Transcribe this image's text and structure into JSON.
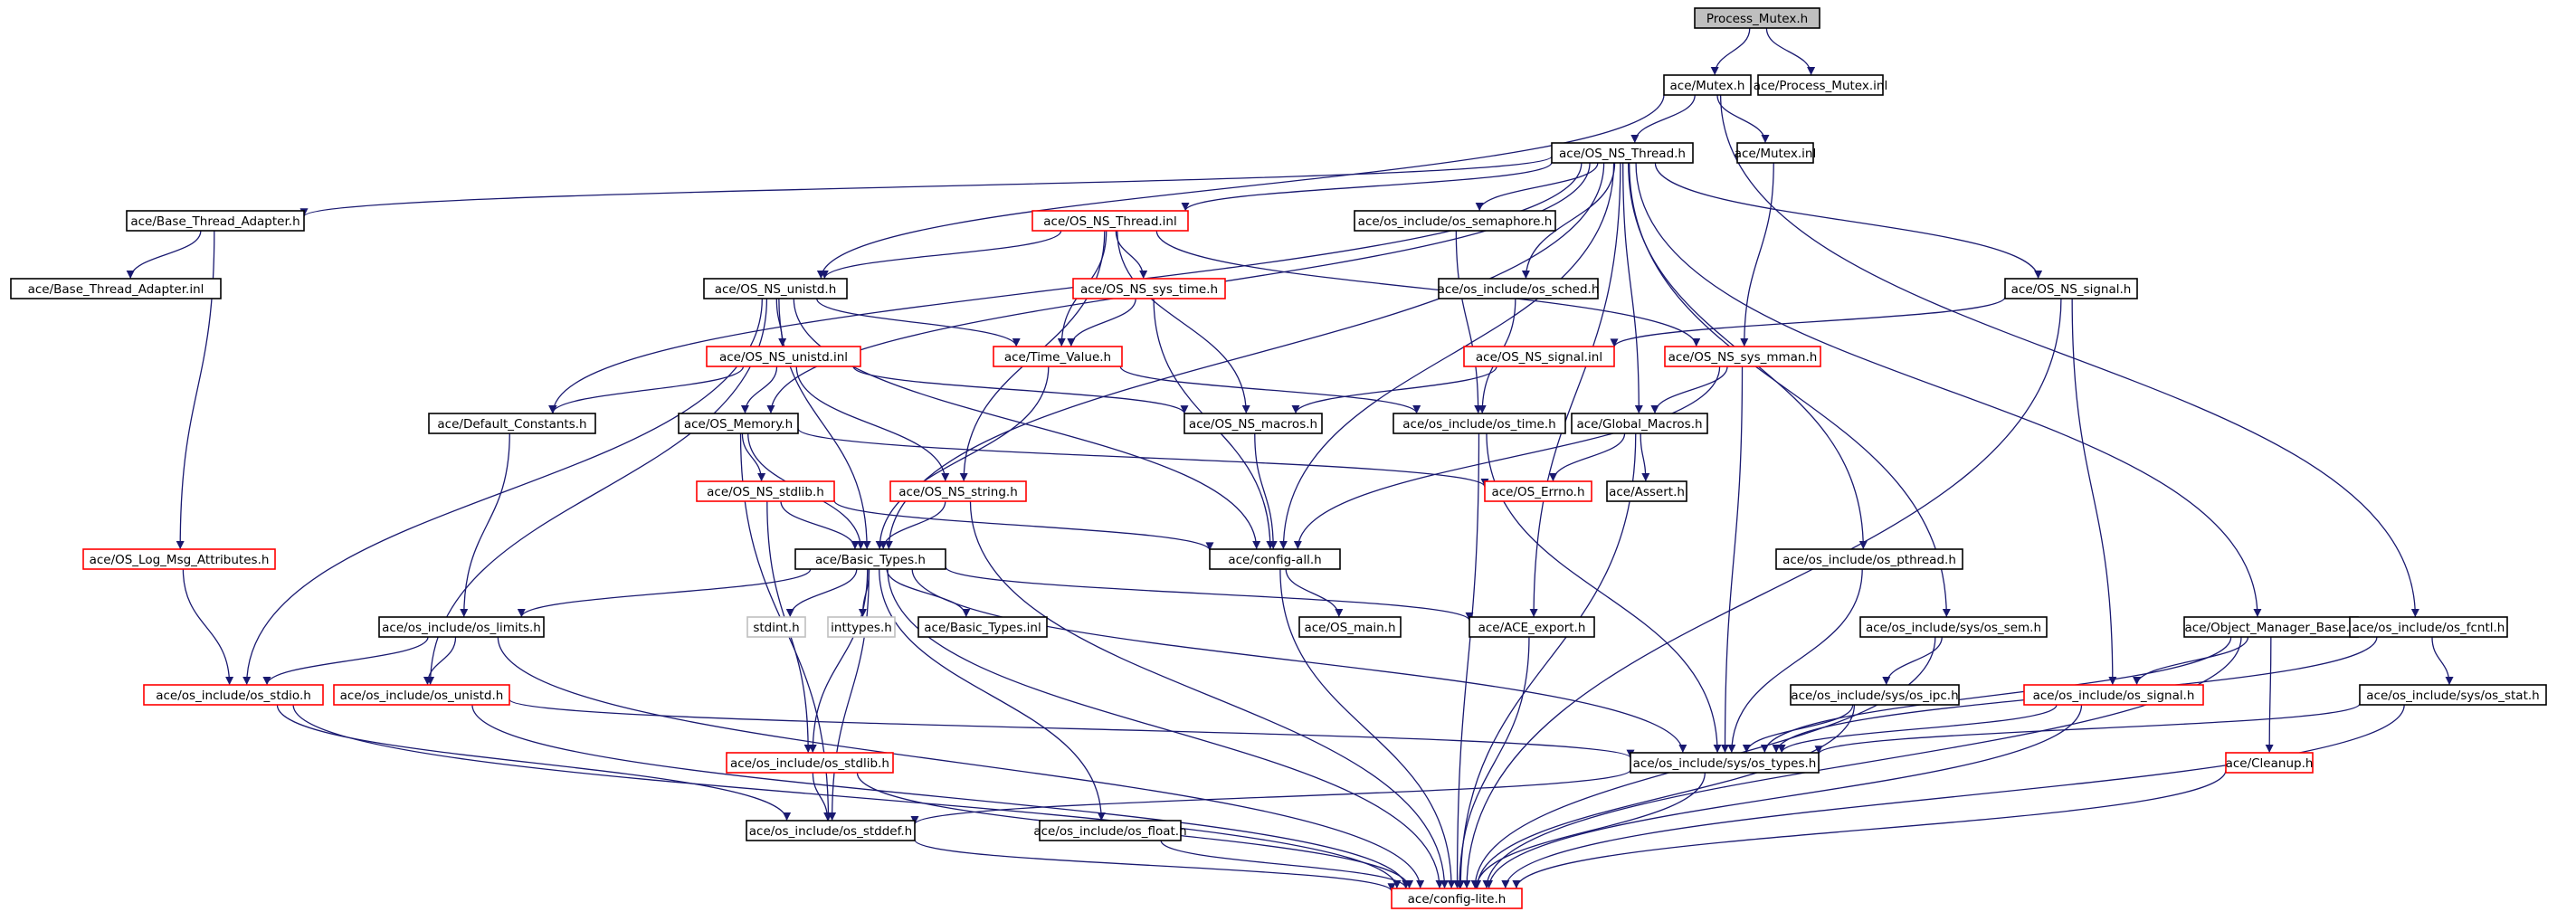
{
  "colors": {
    "edge": "#191970",
    "border_default": "#000000",
    "border_truncated": "#ff0000",
    "border_missing": "#bfbfbf",
    "fill_root": "#bfbfbf",
    "fill_default": "#ffffff",
    "text": "#000000"
  },
  "nodes": [
    {
      "id": "n0",
      "label": "Process_Mutex.h",
      "style": "root"
    },
    {
      "id": "n1",
      "label": "ace/Mutex.h",
      "style": "default"
    },
    {
      "id": "n2",
      "label": "ace/Process_Mutex.inl",
      "style": "default"
    },
    {
      "id": "n3",
      "label": "ace/OS_NS_Thread.h",
      "style": "default"
    },
    {
      "id": "n4",
      "label": "ace/Mutex.inl",
      "style": "default"
    },
    {
      "id": "n5",
      "label": "ace/Base_Thread_Adapter.h",
      "style": "default"
    },
    {
      "id": "n6",
      "label": "ace/Base_Thread_Adapter.inl",
      "style": "default"
    },
    {
      "id": "n7",
      "label": "ace/OS_NS_Thread.inl",
      "style": "truncated"
    },
    {
      "id": "n8",
      "label": "ace/os_include/os_semaphore.h",
      "style": "default"
    },
    {
      "id": "n9",
      "label": "ace/OS_NS_unistd.h",
      "style": "default"
    },
    {
      "id": "n10",
      "label": "ace/OS_NS_sys_time.h",
      "style": "truncated"
    },
    {
      "id": "n11",
      "label": "ace/os_include/os_sched.h",
      "style": "default"
    },
    {
      "id": "n12",
      "label": "ace/OS_NS_signal.h",
      "style": "default"
    },
    {
      "id": "n13",
      "label": "ace/OS_NS_unistd.inl",
      "style": "truncated"
    },
    {
      "id": "n14",
      "label": "ace/Time_Value.h",
      "style": "truncated"
    },
    {
      "id": "n15",
      "label": "ace/OS_NS_signal.inl",
      "style": "truncated"
    },
    {
      "id": "n16",
      "label": "ace/OS_NS_sys_mman.h",
      "style": "truncated"
    },
    {
      "id": "n17",
      "label": "ace/Default_Constants.h",
      "style": "default"
    },
    {
      "id": "n18",
      "label": "ace/OS_Memory.h",
      "style": "default"
    },
    {
      "id": "n19",
      "label": "ace/OS_NS_macros.h",
      "style": "default"
    },
    {
      "id": "n20",
      "label": "ace/os_include/os_time.h",
      "style": "default"
    },
    {
      "id": "n21",
      "label": "ace/Global_Macros.h",
      "style": "default"
    },
    {
      "id": "n22",
      "label": "ace/OS_NS_stdlib.h",
      "style": "truncated"
    },
    {
      "id": "n23",
      "label": "ace/OS_NS_string.h",
      "style": "truncated"
    },
    {
      "id": "n24",
      "label": "ace/OS_Errno.h",
      "style": "truncated"
    },
    {
      "id": "n25",
      "label": "ace/Assert.h",
      "style": "default"
    },
    {
      "id": "n26",
      "label": "ace/OS_Log_Msg_Attributes.h",
      "style": "truncated"
    },
    {
      "id": "n27",
      "label": "ace/Basic_Types.h",
      "style": "default"
    },
    {
      "id": "n28",
      "label": "ace/config-all.h",
      "style": "default"
    },
    {
      "id": "n29",
      "label": "ace/os_include/os_pthread.h",
      "style": "default"
    },
    {
      "id": "n30",
      "label": "ace/os_include/os_limits.h",
      "style": "default"
    },
    {
      "id": "n31",
      "label": "stdint.h",
      "style": "missing"
    },
    {
      "id": "n32",
      "label": "inttypes.h",
      "style": "missing"
    },
    {
      "id": "n33",
      "label": "ace/Basic_Types.inl",
      "style": "default"
    },
    {
      "id": "n34",
      "label": "ace/OS_main.h",
      "style": "default"
    },
    {
      "id": "n35",
      "label": "ace/ACE_export.h",
      "style": "default"
    },
    {
      "id": "n36",
      "label": "ace/os_include/sys/os_sem.h",
      "style": "default"
    },
    {
      "id": "n37",
      "label": "ace/Object_Manager_Base.h",
      "style": "default"
    },
    {
      "id": "n38",
      "label": "ace/os_include/os_fcntl.h",
      "style": "default"
    },
    {
      "id": "n39",
      "label": "ace/os_include/os_stdio.h",
      "style": "truncated"
    },
    {
      "id": "n40",
      "label": "ace/os_include/os_unistd.h",
      "style": "truncated"
    },
    {
      "id": "n41",
      "label": "ace/os_include/sys/os_ipc.h",
      "style": "default"
    },
    {
      "id": "n42",
      "label": "ace/os_include/os_signal.h",
      "style": "truncated"
    },
    {
      "id": "n43",
      "label": "ace/os_include/sys/os_stat.h",
      "style": "default"
    },
    {
      "id": "n44",
      "label": "ace/os_include/sys/os_types.h",
      "style": "default"
    },
    {
      "id": "n45",
      "label": "ace/os_include/os_stdlib.h",
      "style": "truncated"
    },
    {
      "id": "n46",
      "label": "ace/Cleanup.h",
      "style": "truncated"
    },
    {
      "id": "n47",
      "label": "ace/os_include/os_stddef.h",
      "style": "default"
    },
    {
      "id": "n48",
      "label": "ace/os_include/os_float.h",
      "style": "default"
    },
    {
      "id": "n49",
      "label": "ace/config-lite.h",
      "style": "truncated"
    }
  ],
  "edges": [
    [
      "n0",
      "n1"
    ],
    [
      "n0",
      "n2"
    ],
    [
      "n1",
      "n3"
    ],
    [
      "n1",
      "n4"
    ],
    [
      "n1",
      "n9"
    ],
    [
      "n1",
      "n38"
    ],
    [
      "n3",
      "n5"
    ],
    [
      "n3",
      "n7"
    ],
    [
      "n3",
      "n8"
    ],
    [
      "n3",
      "n11"
    ],
    [
      "n3",
      "n12"
    ],
    [
      "n3",
      "n17"
    ],
    [
      "n3",
      "n18"
    ],
    [
      "n3",
      "n21"
    ],
    [
      "n3",
      "n27"
    ],
    [
      "n3",
      "n28"
    ],
    [
      "n3",
      "n29"
    ],
    [
      "n3",
      "n35"
    ],
    [
      "n3",
      "n36"
    ],
    [
      "n3",
      "n37"
    ],
    [
      "n4",
      "n16"
    ],
    [
      "n5",
      "n6"
    ],
    [
      "n5",
      "n26"
    ],
    [
      "n7",
      "n9"
    ],
    [
      "n7",
      "n10"
    ],
    [
      "n7",
      "n14"
    ],
    [
      "n7",
      "n16"
    ],
    [
      "n7",
      "n19"
    ],
    [
      "n7",
      "n23"
    ],
    [
      "n8",
      "n20"
    ],
    [
      "n9",
      "n13"
    ],
    [
      "n9",
      "n14"
    ],
    [
      "n9",
      "n27"
    ],
    [
      "n9",
      "n28"
    ],
    [
      "n9",
      "n39"
    ],
    [
      "n9",
      "n40"
    ],
    [
      "n10",
      "n14"
    ],
    [
      "n10",
      "n28"
    ],
    [
      "n11",
      "n20"
    ],
    [
      "n12",
      "n15"
    ],
    [
      "n12",
      "n42"
    ],
    [
      "n12",
      "n49"
    ],
    [
      "n13",
      "n17"
    ],
    [
      "n13",
      "n18"
    ],
    [
      "n13",
      "n19"
    ],
    [
      "n13",
      "n23"
    ],
    [
      "n14",
      "n20"
    ],
    [
      "n14",
      "n27"
    ],
    [
      "n15",
      "n19"
    ],
    [
      "n16",
      "n21"
    ],
    [
      "n16",
      "n28"
    ],
    [
      "n16",
      "n44"
    ],
    [
      "n17",
      "n30"
    ],
    [
      "n18",
      "n22"
    ],
    [
      "n18",
      "n24"
    ],
    [
      "n18",
      "n27"
    ],
    [
      "n18",
      "n47"
    ],
    [
      "n19",
      "n28"
    ],
    [
      "n20",
      "n44"
    ],
    [
      "n20",
      "n49"
    ],
    [
      "n21",
      "n24"
    ],
    [
      "n21",
      "n25"
    ],
    [
      "n21",
      "n49"
    ],
    [
      "n22",
      "n27"
    ],
    [
      "n22",
      "n28"
    ],
    [
      "n22",
      "n45"
    ],
    [
      "n23",
      "n27"
    ],
    [
      "n23",
      "n49"
    ],
    [
      "n26",
      "n39"
    ],
    [
      "n27",
      "n30"
    ],
    [
      "n27",
      "n31"
    ],
    [
      "n27",
      "n32"
    ],
    [
      "n27",
      "n33"
    ],
    [
      "n27",
      "n35"
    ],
    [
      "n27",
      "n44"
    ],
    [
      "n27",
      "n45"
    ],
    [
      "n27",
      "n47"
    ],
    [
      "n27",
      "n48"
    ],
    [
      "n27",
      "n49"
    ],
    [
      "n28",
      "n34"
    ],
    [
      "n28",
      "n49"
    ],
    [
      "n29",
      "n44"
    ],
    [
      "n30",
      "n39"
    ],
    [
      "n30",
      "n40"
    ],
    [
      "n30",
      "n49"
    ],
    [
      "n35",
      "n49"
    ],
    [
      "n36",
      "n41"
    ],
    [
      "n36",
      "n49"
    ],
    [
      "n37",
      "n42"
    ],
    [
      "n37",
      "n44"
    ],
    [
      "n37",
      "n46"
    ],
    [
      "n37",
      "n49"
    ],
    [
      "n38",
      "n43"
    ],
    [
      "n38",
      "n44"
    ],
    [
      "n39",
      "n47"
    ],
    [
      "n39",
      "n49"
    ],
    [
      "n40",
      "n44"
    ],
    [
      "n40",
      "n49"
    ],
    [
      "n41",
      "n44"
    ],
    [
      "n41",
      "n49"
    ],
    [
      "n42",
      "n44"
    ],
    [
      "n42",
      "n49"
    ],
    [
      "n43",
      "n44"
    ],
    [
      "n43",
      "n49"
    ],
    [
      "n44",
      "n47"
    ],
    [
      "n44",
      "n49"
    ],
    [
      "n45",
      "n47"
    ],
    [
      "n45",
      "n49"
    ],
    [
      "n46",
      "n49"
    ],
    [
      "n47",
      "n49"
    ],
    [
      "n48",
      "n49"
    ]
  ]
}
